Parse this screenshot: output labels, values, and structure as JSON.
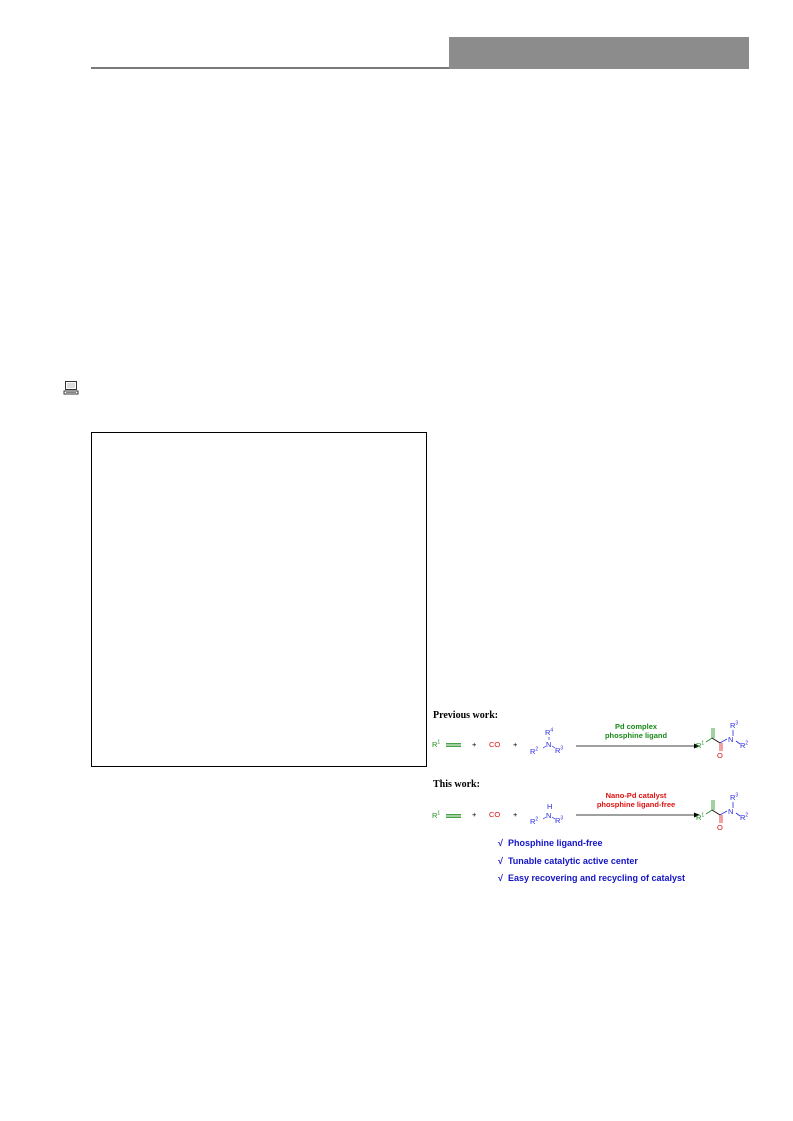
{
  "scheme": {
    "previous_label": "Previous work:",
    "previous_cond1": "Pd complex",
    "previous_cond2": "phosphine ligand",
    "this_label": "This work:",
    "this_cond1": "Nano-Pd catalyst",
    "this_cond2": "phosphine ligand-free",
    "plus": "+",
    "co": "CO",
    "r": "R",
    "n": "N",
    "h": "H",
    "o": "O",
    "sup1": "1",
    "sup2": "2",
    "sup3": "3",
    "sup4": "4",
    "features": [
      "Phosphine ligand-free",
      "Tunable catalytic active center",
      "Easy recovering and recycling of catalyst"
    ],
    "check_mark": "√"
  },
  "colors": {
    "green": "#1a8a1a",
    "red": "#e01010",
    "blue": "#2a2ae0",
    "feature_blue": "#1313c8",
    "header_gray": "#8c8c8c"
  }
}
